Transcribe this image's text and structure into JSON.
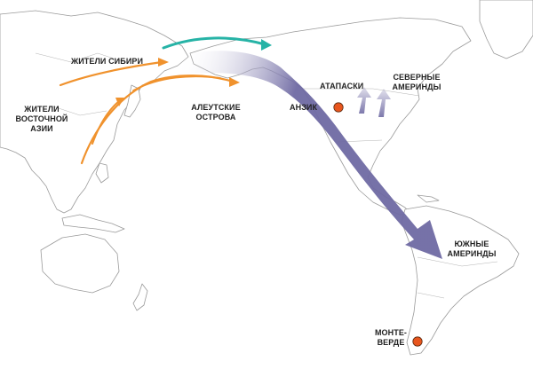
{
  "labels": {
    "siberia": "ЖИТЕЛИ СИБИРИ",
    "east_asia": "ЖИТЕЛИ\nВОСТОЧНОЙ\nАЗИИ",
    "aleutian": "АЛЕУТСКИЕ\nОСТРОВА",
    "anzick": "АНЗИК",
    "athabaskans": "АТАПАСКИ",
    "north_amerinds": "СЕВЕРНЫЕ\nАМЕРИНДЫ",
    "south_amerinds": "ЮЖНЫЕ\nАМЕРИНДЫ",
    "monte_verde": "МОНТЕ-\nВЕРДЕ"
  },
  "colors": {
    "asian_routes": "#f0922d",
    "arctic_route": "#26b3a6",
    "main_migration": "#6f6aa3",
    "site_marker": "#e8561e",
    "coastline": "#9a9a9a"
  },
  "icons": {
    "site_marker": "orange-circle",
    "route": "arrow"
  }
}
